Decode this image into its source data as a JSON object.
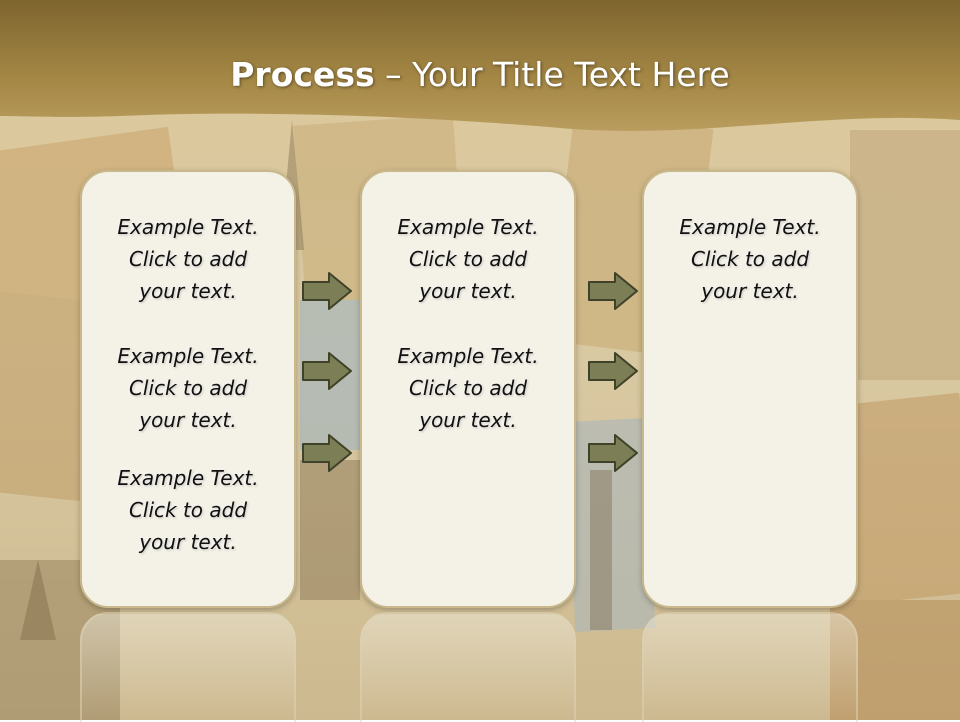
{
  "slide": {
    "title_bold": "Process",
    "title_rest": " – Your Title Text Here"
  },
  "columns": [
    {
      "items": [
        "Example Text.\nClick  to add\nyour text.",
        "Example Text.\nClick  to add\nyour text.",
        "Example Text.\nClick  to add\nyour text."
      ]
    },
    {
      "items": [
        "Example Text.\nClick  to add\nyour text.",
        "Example Text.\nClick  to add\nyour text."
      ]
    },
    {
      "items": [
        "Example Text.\nClick  to add\nyour text."
      ]
    }
  ],
  "arrows": {
    "icon": "right-arrow-icon",
    "color": "#7c7f55"
  },
  "colors": {
    "header_band": "#9c7d3e",
    "card_fill": "#f4f1e6",
    "card_border": "#c8b88c"
  }
}
